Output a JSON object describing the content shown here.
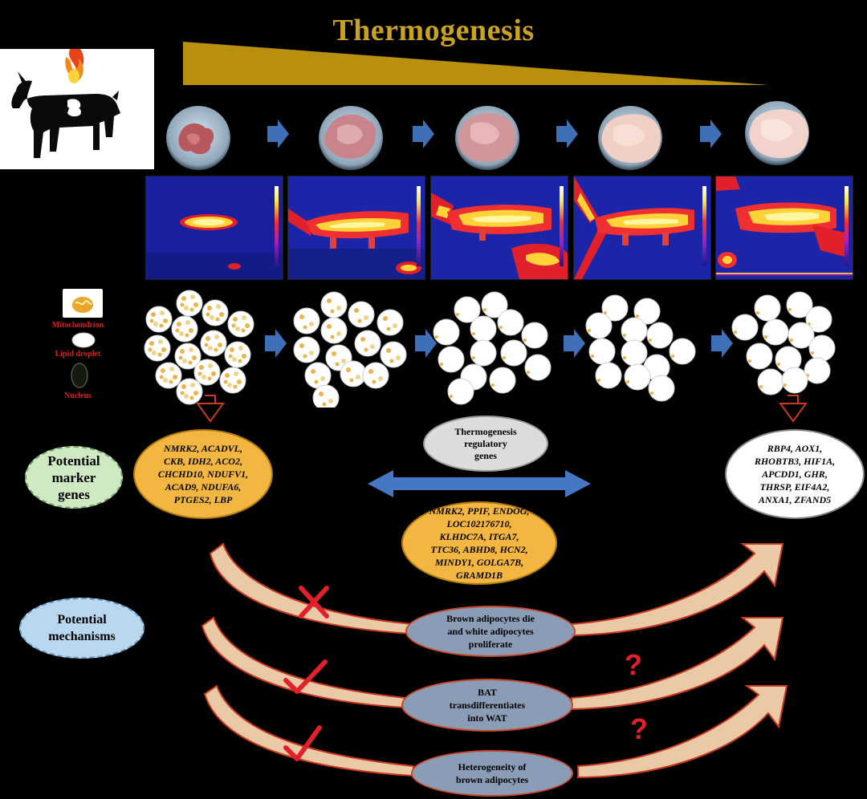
{
  "title": "Thermogenesis",
  "legend": {
    "mitochondrion": "Mitochondrion",
    "lipid_droplet": "Lipid droplet",
    "nucleus": "Nucleus"
  },
  "marker_label": "Potential\nmarker\ngenes",
  "mechanisms_label": "Potential\nmechanisms",
  "regulatory_label": "Thermogenesis\nregulatory\ngenes",
  "brown_genes": "NMRK2, ACADVL,\nCKB, IDH2, ACO2,\nCHCHD10, NDUFV1,\nACAD9, NDUFA6,\nPTGES2, LBP",
  "white_genes": "RBP4, AOX1,\nRHOBTB3, HIF1A,\nAPCDD1, GHR,\nTHRSP, EIF4A2,\nANXA1, ZFAND5",
  "regulatory_genes": "NMRK2, PPIF, ENDOG,\nLOC102176710,\nKLHDC7A, ITGA7,\nTTC36, ABHD8, HCN2,\nMINDY1, GOLGA7B,\nGRAMD1B",
  "mechanisms": [
    "Brown adipocytes die\nand white adipocytes\nproliferate",
    "BAT\ntransdifferentiates\ninto WAT",
    "Heterogeneity of\nbrown adipocytes"
  ],
  "colors": {
    "title_gold": "#c9a224",
    "arrow_blue": "#3f6fb6",
    "legend_red": "#d61f1f",
    "orange_oval": "#f3b640",
    "curve_fill": "#e9c9a6",
    "curve_edge": "#c8391e"
  }
}
